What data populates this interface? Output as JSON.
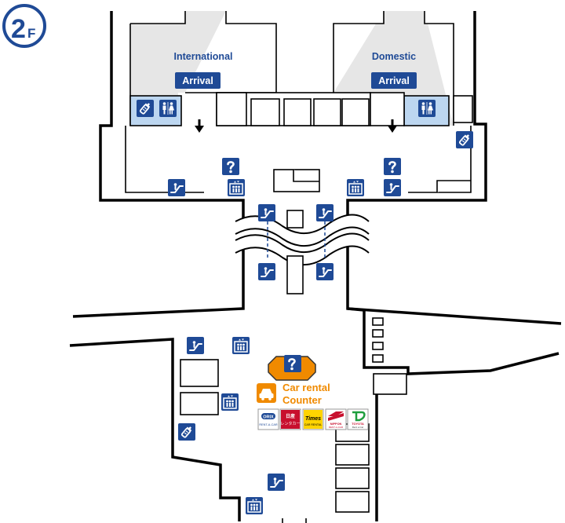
{
  "floor": {
    "number": "2",
    "suffix": "F"
  },
  "areas": {
    "international": {
      "name": "International",
      "badge": "Arrival"
    },
    "domestic": {
      "name": "Domestic",
      "badge": "Arrival"
    }
  },
  "car_rental": {
    "line1": "Car rental",
    "line2": "Counter",
    "brands": [
      {
        "name": "ORIX",
        "sub": "RENT-A-CAR"
      },
      {
        "name": "日産",
        "sub": "レンタカー"
      },
      {
        "name": "Times",
        "sub": "CAR RENTAL"
      },
      {
        "name": "NIPPON",
        "sub": "RENT-A-CAR"
      },
      {
        "name": "TOYOTA",
        "sub": "Rent a Car"
      }
    ]
  },
  "colors": {
    "brand_blue": "#1f4a96",
    "accent_orange": "#f08a00",
    "area_gray": "#e6e6e6",
    "highlight_blue": "#bcd6f0"
  },
  "icons": {
    "escalator": "escalator-icon",
    "elevator": "elevator-icon",
    "information": "information-icon",
    "restroom": "restroom-icon",
    "nursing": "baby-bottle-icon",
    "car": "car-icon"
  }
}
